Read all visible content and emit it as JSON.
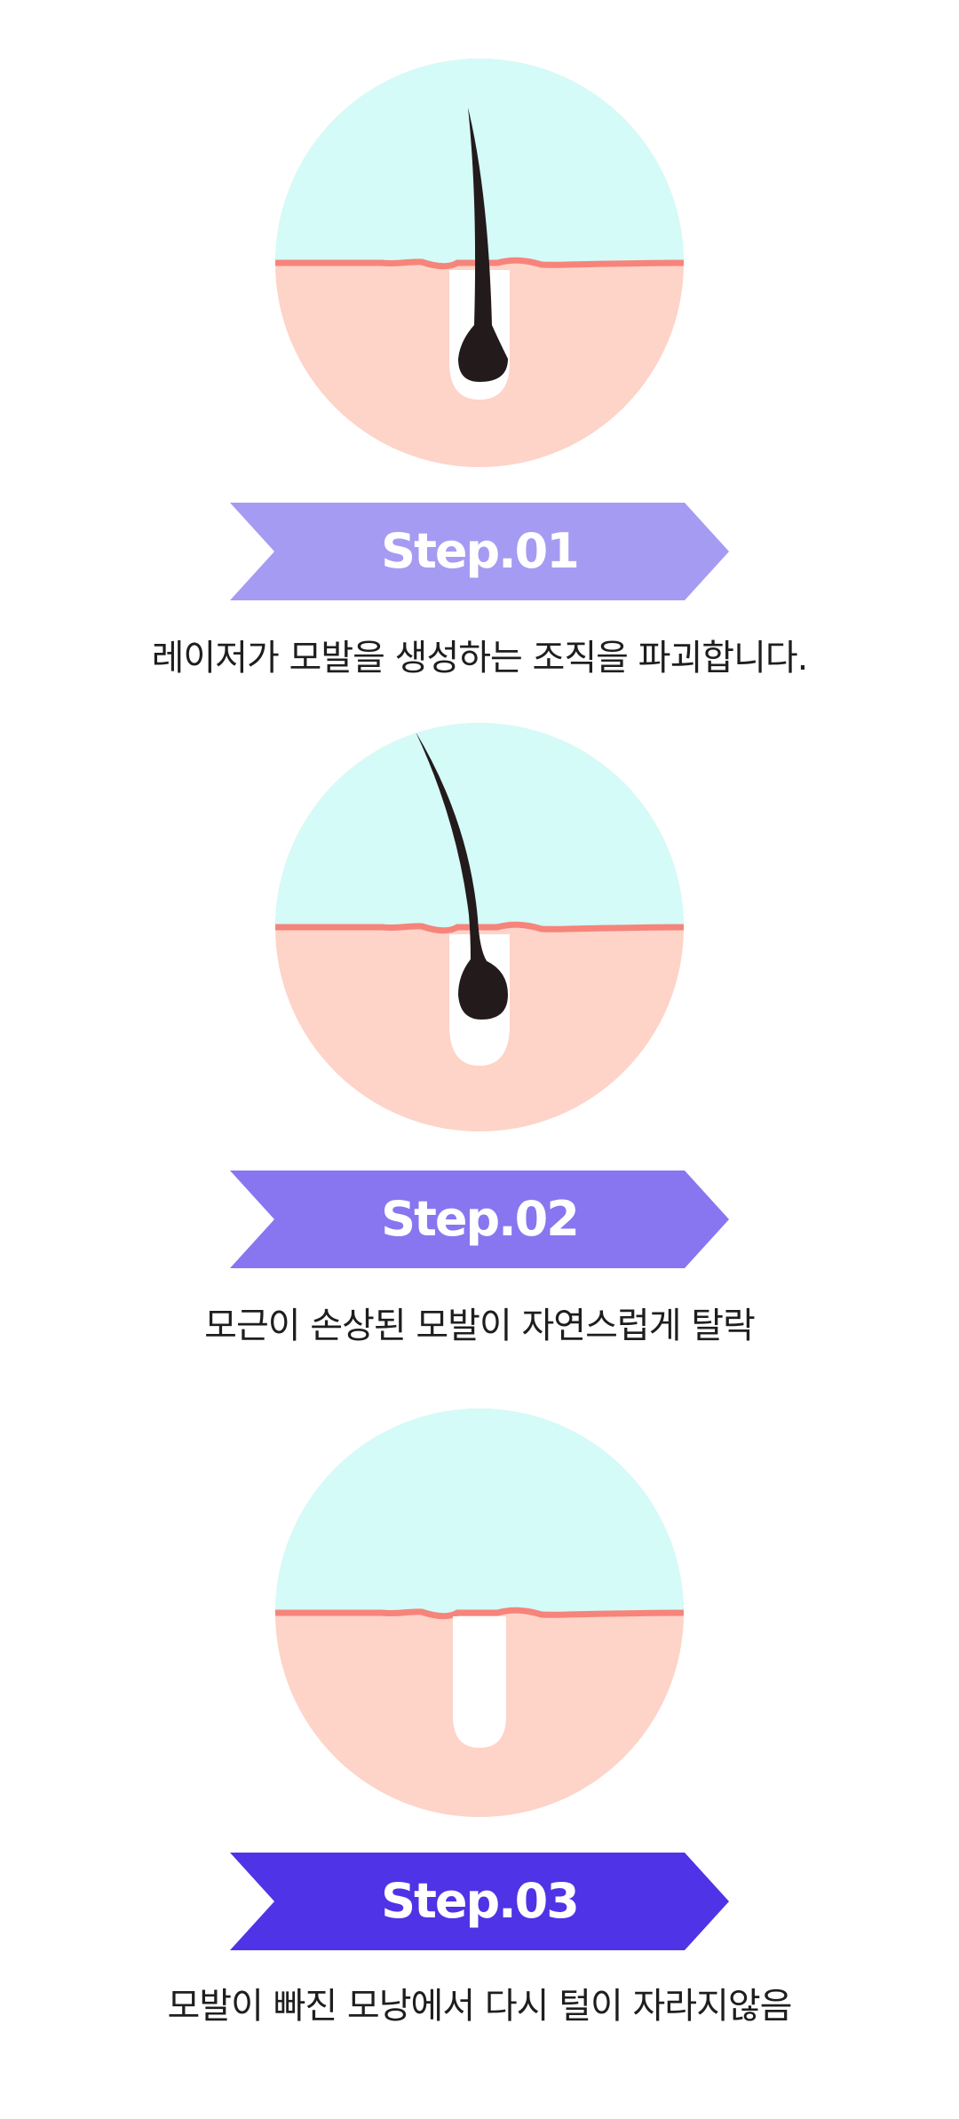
{
  "steps": [
    {
      "label": "Step.01",
      "color": "#a69bf2",
      "description": "레이저가 모발을 생성하는 조직을 파괴합니다.",
      "hair": "present"
    },
    {
      "label": "Step.02",
      "color": "#8776f0",
      "description": "모근이 손상된 모발이 자연스럽게 탈락",
      "hair": "detaching"
    },
    {
      "label": "Step.03",
      "color": "#4f33e6",
      "description": "모발이 빠진 모낭에서 다시 털이 자라지않음",
      "hair": "none"
    }
  ],
  "colors": {
    "sky": "#d4fbf8",
    "skin": "#fed3c8",
    "skin_line": "#f6847a",
    "hair": "#231a1c",
    "follicle": "#ffffff"
  }
}
